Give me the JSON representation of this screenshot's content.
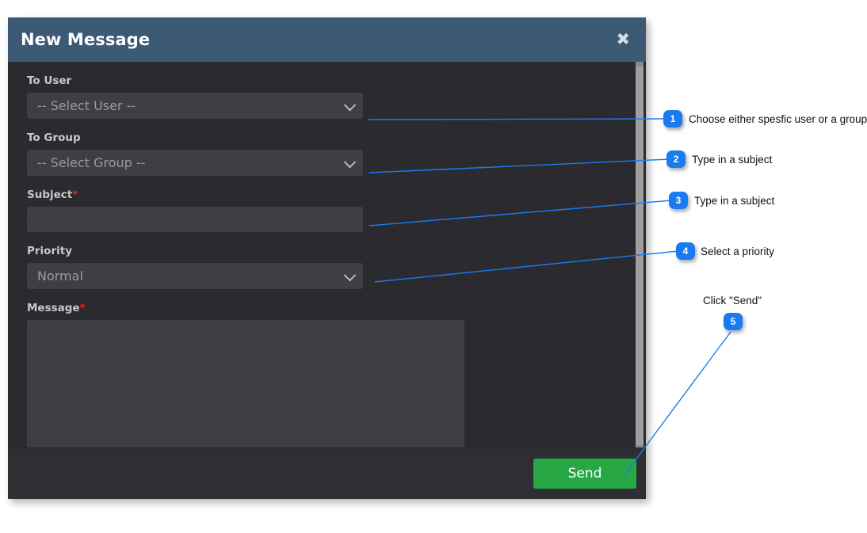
{
  "modal": {
    "title": "New Message",
    "close_icon": "close-icon",
    "fields": [
      {
        "label": "To User",
        "required": false,
        "type": "select",
        "value": "-- Select User --"
      },
      {
        "label": "To Group",
        "required": false,
        "type": "select",
        "value": "-- Select Group --"
      },
      {
        "label": "Subject",
        "required": true,
        "type": "text",
        "value": ""
      },
      {
        "label": "Priority",
        "required": false,
        "type": "select",
        "value": "Normal"
      },
      {
        "label": "Message",
        "required": true,
        "type": "textarea",
        "value": ""
      }
    ],
    "required_marker": "*",
    "footer": {
      "send_label": "Send"
    }
  },
  "annotations": [
    {
      "number": "1",
      "text": "Choose either spesfic user or a group"
    },
    {
      "number": "2",
      "text": "Type in a subject"
    },
    {
      "number": "3",
      "text": "Type in a subject"
    },
    {
      "number": "4",
      "text": "Select a priority"
    },
    {
      "number": "5",
      "text": "Click \"Send\""
    }
  ],
  "colors": {
    "header": "#3c5a75",
    "body": "#2b2b2f",
    "field": "#3e3e44",
    "send": "#27a844",
    "badge": "#1a7bf0",
    "connector": "#1a7bf0",
    "required": "#ee2222"
  }
}
